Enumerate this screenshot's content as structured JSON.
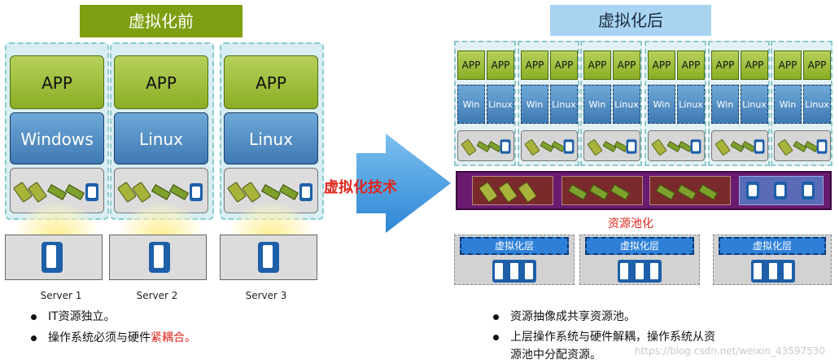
{
  "left": {
    "title": "虚拟化前",
    "columns": [
      {
        "app": "APP",
        "os": "Windows",
        "server": "Server 1"
      },
      {
        "app": "APP",
        "os": "Linux",
        "server": "Server 2"
      },
      {
        "app": "APP",
        "os": "Linux",
        "server": "Server 3"
      }
    ],
    "bullets": [
      {
        "parts": [
          {
            "text": "IT资源独立。",
            "red": false
          }
        ]
      },
      {
        "parts": [
          {
            "text": "操作系统必须与硬件",
            "red": false
          },
          {
            "text": "紧耦合。",
            "red": true
          }
        ]
      }
    ]
  },
  "arrow": {
    "label": "虚拟化技术"
  },
  "right": {
    "title": "虚拟化后",
    "vm_groups": [
      {
        "apps": [
          "APP",
          "APP"
        ],
        "os": [
          "Win",
          "Linux"
        ]
      },
      {
        "apps": [
          "APP",
          "APP"
        ],
        "os": [
          "Win",
          "Linux"
        ]
      },
      {
        "apps": [
          "APP",
          "APP"
        ],
        "os": [
          "Win",
          "Linux"
        ]
      },
      {
        "apps": [
          "APP",
          "APP"
        ],
        "os": [
          "Win",
          "Linux"
        ]
      },
      {
        "apps": [
          "APP",
          "APP"
        ],
        "os": [
          "Win",
          "Linux"
        ]
      },
      {
        "apps": [
          "APP",
          "APP"
        ],
        "os": [
          "Win",
          "Linux"
        ]
      }
    ],
    "pool_label": "资源池化",
    "layers": [
      "虚拟化层",
      "虚拟化层",
      "虚拟化层"
    ],
    "bullets": [
      "资源抽像成共享资源池。",
      "上层操作系统与硬件解耦，操作系统从资",
      "源池中分配资源。"
    ]
  },
  "watermark": "https://blog.csdn.net/weixin_43597530",
  "colors": {
    "green": "#8bae24",
    "blue": "#3f79b3",
    "red": "#e0261c",
    "purple": "#6a1a6f"
  }
}
